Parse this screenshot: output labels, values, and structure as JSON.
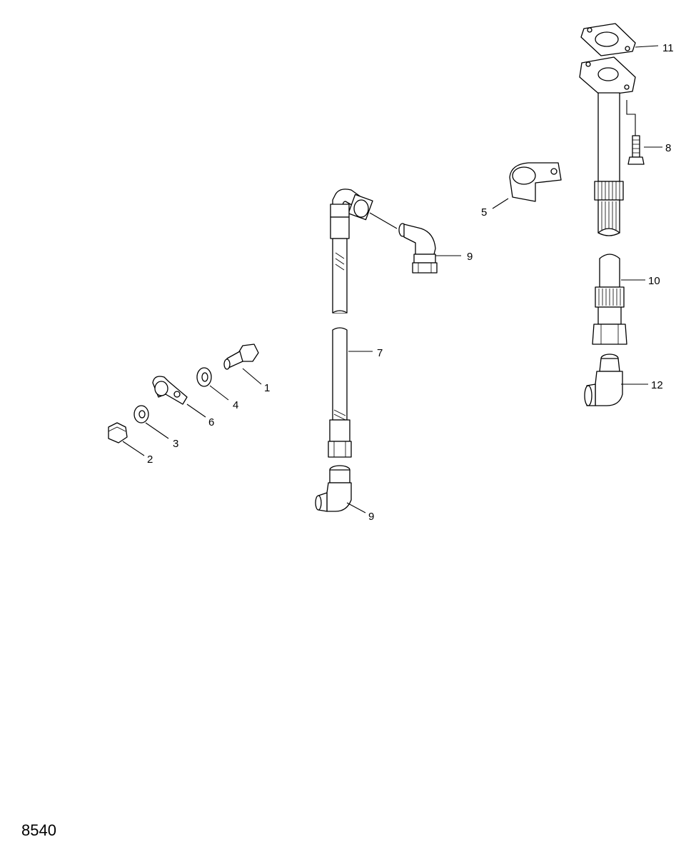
{
  "figure_number": "8540",
  "callouts": {
    "c1": "1",
    "c2": "2",
    "c3": "3",
    "c4": "4",
    "c5": "5",
    "c6": "6",
    "c7": "7",
    "c8": "8",
    "c9a": "9",
    "c9b": "9",
    "c10": "10",
    "c11": "11",
    "c12": "12"
  }
}
